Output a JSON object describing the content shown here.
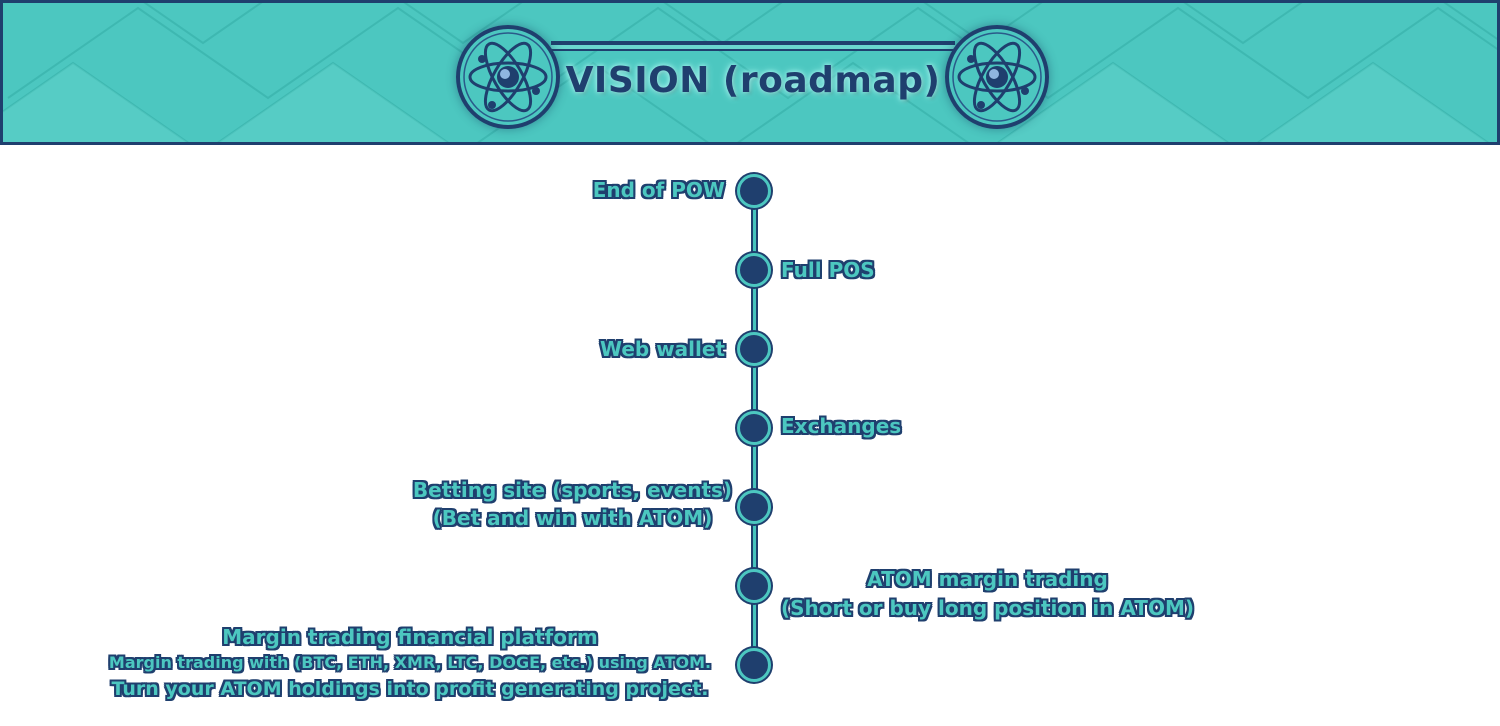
{
  "banner": {
    "title": "VISION (roadmap)",
    "colors": {
      "teal": "#4cc7c0",
      "navy": "#1f3f6e",
      "light": "#9ff2ec"
    },
    "left_icon": "atom-icon",
    "right_icon": "atom-icon"
  },
  "timeline": {
    "milestones": [
      {
        "lines": [
          "End of POW"
        ]
      },
      {
        "lines": [
          "Full POS"
        ]
      },
      {
        "lines": [
          "Web wallet"
        ]
      },
      {
        "lines": [
          "Exchanges"
        ]
      },
      {
        "lines": [
          "Betting site (sports, events)",
          "(Bet and win with ATOM)"
        ]
      },
      {
        "lines": [
          "ATOM margin trading",
          "(Short or buy long position in ATOM)"
        ]
      },
      {
        "lines": [
          "Margin trading financial platform",
          "Margin trading with (BTC, ETH, XMR, LTC, DOGE, etc.) using ATOM.",
          "Turn your ATOM holdings into profit generating project."
        ]
      }
    ]
  }
}
